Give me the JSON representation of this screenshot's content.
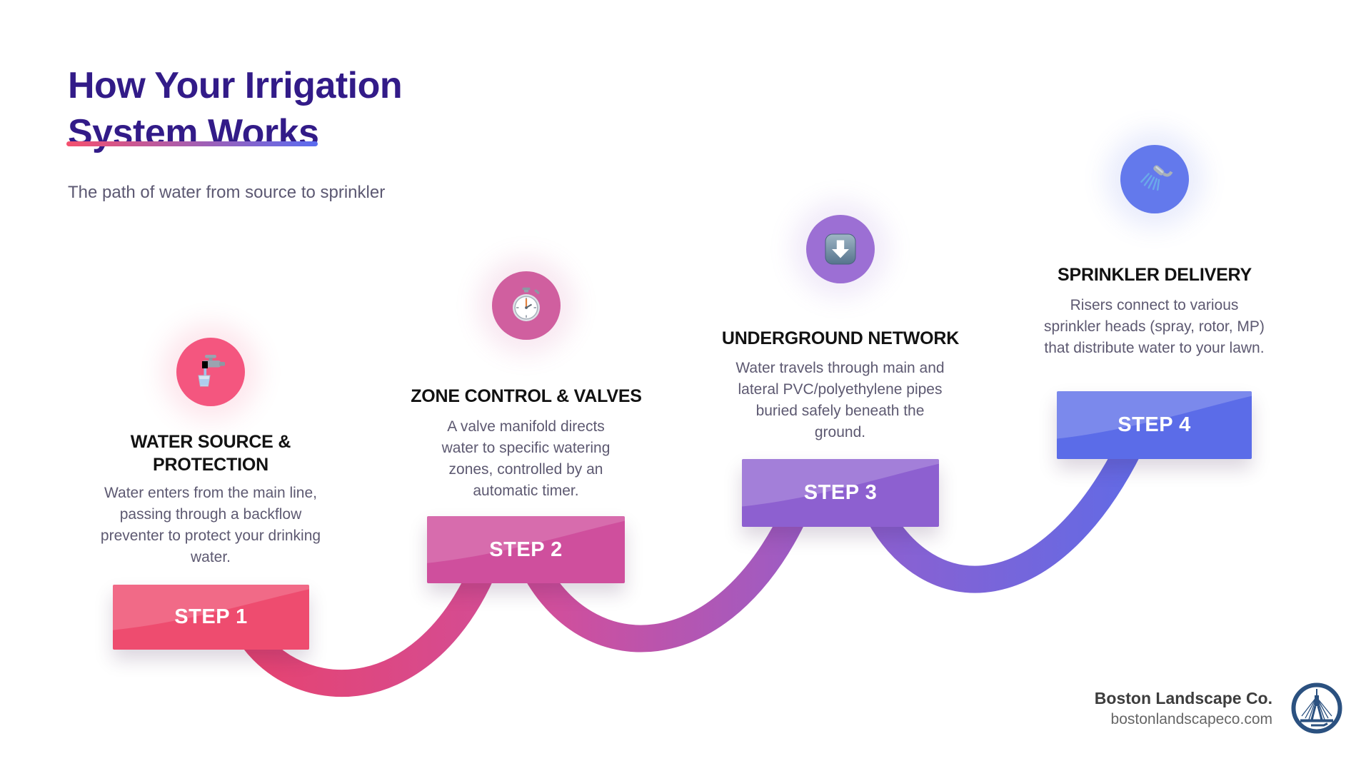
{
  "header": {
    "title_line1": "How Your Irrigation",
    "title_line2": "System Works",
    "subtitle": "The path of water from source to sprinkler",
    "title_color": "#321b88",
    "accent_gradient": [
      "#f4506e",
      "#5a6cf0"
    ]
  },
  "steps": [
    {
      "label": "STEP 1",
      "heading": "WATER SOURCE & PROTECTION",
      "description": "Water enters from the main line, passing through a backflow preventer to protect your drinking water.",
      "icon": "faucet-icon",
      "circle_color": "#f4567f",
      "box_color": "#ee4c6f",
      "glow_color": "rgba(244,86,127,0.14)"
    },
    {
      "label": "STEP 2",
      "heading": "ZONE CONTROL & VALVES",
      "description": "A valve manifold directs water to specific watering zones, controlled by an automatic timer.",
      "icon": "stopwatch-icon",
      "circle_color": "#d05f9f",
      "box_color": "#cf4f9d",
      "glow_color": "rgba(208,95,159,0.14)"
    },
    {
      "label": "STEP 3",
      "heading": "UNDERGROUND NETWORK",
      "description": "Water travels through main and lateral PVC/polyethylene pipes buried safely beneath the ground.",
      "icon": "down-arrow-icon",
      "circle_color": "#9c6fd4",
      "box_color": "#8d60d0",
      "glow_color": "rgba(156,111,212,0.14)"
    },
    {
      "label": "STEP 4",
      "heading": "SPRINKLER DELIVERY",
      "description": "Risers connect to various sprinkler heads (spray, rotor, MP) that distribute water to your lawn.",
      "icon": "sprinkler-icon",
      "circle_color": "#6379ec",
      "box_color": "#5b6ce8",
      "glow_color": "rgba(99,121,236,0.14)"
    }
  ],
  "connector": {
    "gradient": [
      "#e8426c",
      "#cf4f9d",
      "#8d60d0",
      "#5b6ce8"
    ]
  },
  "footer": {
    "company": "Boston Landscape Co.",
    "website": "bostonlandscapeco.com",
    "logo": "bridge-logo",
    "logo_color": "#2b5180"
  }
}
